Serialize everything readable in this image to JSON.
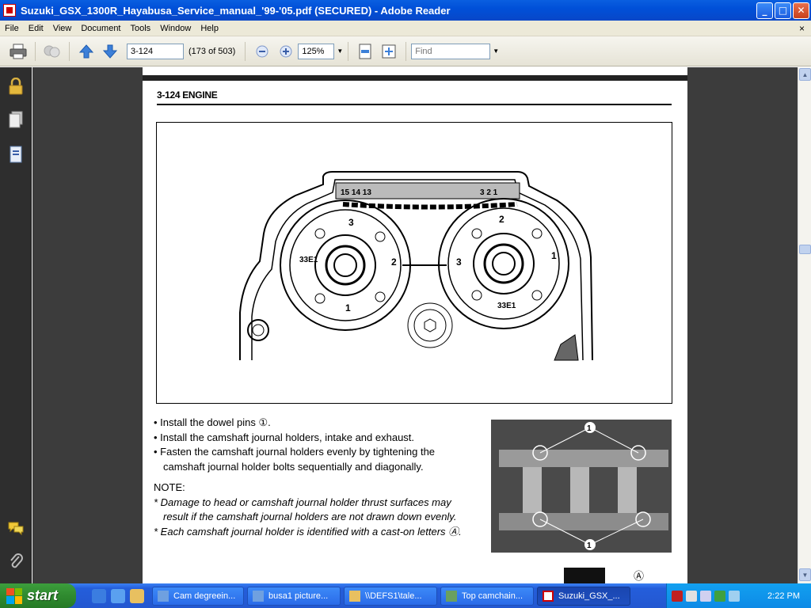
{
  "window": {
    "title": "Suzuki_GSX_1300R_Hayabusa_Service_manual_'99-'05.pdf (SECURED) - Adobe Reader",
    "minimize": "_",
    "maximize": "□",
    "close": "✕"
  },
  "menu": {
    "items": [
      "File",
      "Edit",
      "View",
      "Document",
      "Tools",
      "Window",
      "Help"
    ],
    "close": "×"
  },
  "toolbar": {
    "page_value": "3-124",
    "page_count": "(173 of 503)",
    "zoom": "125%",
    "find_placeholder": "Find"
  },
  "document": {
    "header": "3-124  ENGINE",
    "figure_labels": {
      "top_left_numbers": "15 14 13",
      "top_right_numbers": "3  2  1",
      "arrow3": "3",
      "arrow2_top": "2",
      "label1_left": "1",
      "label2_left": "2",
      "label3_right": "3",
      "label1_right": "1",
      "left_code": "33E1",
      "right_code": "33E1"
    },
    "bullets": [
      "• Install the dowel pins ①.",
      "• Install the camshaft journal holders, intake and exhaust.",
      "• Fasten the camshaft journal holders evenly by tightening the camshaft journal holder bolts sequentially and diagonally."
    ],
    "note_title": "NOTE:",
    "notes": [
      "* Damage to head or camshaft journal holder thrust surfaces may result if the camshaft journal holders are not drawn down evenly.",
      "* Each camshaft journal holder is identified with a cast-on letters Ⓐ."
    ],
    "photo_labels": {
      "one_top": "1",
      "one_bottom": "1",
      "a_mark": "Ⓐ"
    }
  },
  "taskbar": {
    "start_label": "start",
    "buttons": [
      {
        "label": "Cam degreein..."
      },
      {
        "label": "busa1 picture..."
      },
      {
        "label": "\\\\DEFS1\\tale..."
      },
      {
        "label": "Top camchain..."
      },
      {
        "label": "Suzuki_GSX_..."
      }
    ],
    "clock": "2:22 PM"
  }
}
